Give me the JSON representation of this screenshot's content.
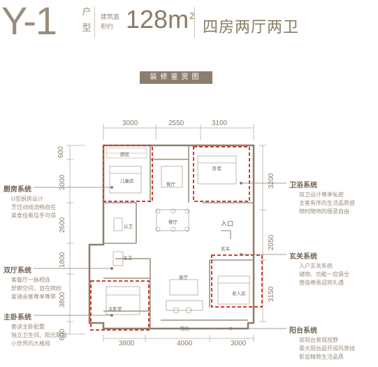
{
  "header": {
    "code": "Y-1",
    "type_label": "户型",
    "area_label": "建筑面积约",
    "area_value": "128m",
    "area_sup": "2",
    "description": "四房两厅两卫"
  },
  "badge": "装修鉴赏图",
  "dims": {
    "top": [
      "3000",
      "2550",
      "3100"
    ],
    "bottom": [
      "3800",
      "4000",
      "3000"
    ],
    "left": [
      "600",
      "3000",
      "2600",
      "1800",
      "3800",
      "600"
    ],
    "right": [
      "3200",
      "2050",
      "3150"
    ]
  },
  "rooms": {
    "kitchen": "厨房",
    "kids_room": "儿童房",
    "dining_room": "餐厅",
    "bedroom": "卧室",
    "public_bath": "公卫",
    "entrance": "入口",
    "foyer": "玄关",
    "master_bath": "主卫",
    "master_bedroom": "主卧室",
    "living_room": "客厅",
    "elder_room": "老人房",
    "balcony": "阳台"
  },
  "features": {
    "kitchen": {
      "title": "厨房系统",
      "lines": [
        "U型厨房设计",
        "烹饪动线流畅自在",
        "美食佳肴信手可得"
      ]
    },
    "living": {
      "title": "双厅系统",
      "lines": [
        "客餐厅一脉相连",
        "舒朗空间，自在缤纷",
        "宴请会客尊享尊荣"
      ]
    },
    "master": {
      "title": "主卧系统",
      "lines": [
        "套读主卧配置",
        "独立卫生间、阳光飘窗",
        "小世界的大格局"
      ]
    },
    "bath": {
      "title": "卫浴系统",
      "lines": [
        "双卫设计尊享私密",
        "主客有序的生活品质感",
        "随时随地的惬意自由"
      ]
    },
    "foyer": {
      "title": "玄关系统",
      "lines": [
        "入户玄关系统",
        "储物、功能一应俱全",
        "营造尊贵迎宾礼遇"
      ]
    },
    "balcony": {
      "title": "阳台系统",
      "lines": [
        "双阳台景观视野",
        "豪大阳台超开阔风景线",
        "彰显精致生活品质"
      ]
    }
  },
  "colors": {
    "accent": "#d83a2e",
    "text": "#8a7a66",
    "line": "#8c7e6d"
  }
}
